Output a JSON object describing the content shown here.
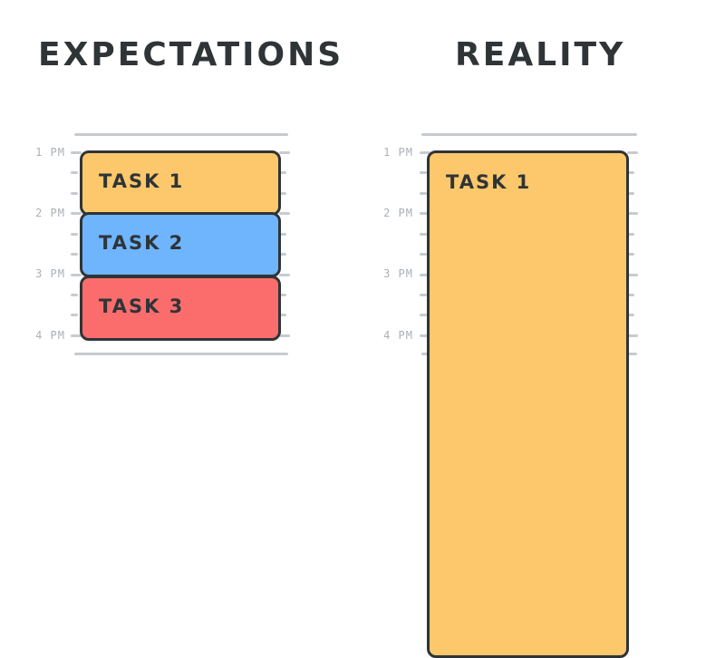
{
  "titles": {
    "expectations": "EXPECTATIONS",
    "reality": "REALITY"
  },
  "hours": [
    "1 PM",
    "2 PM",
    "3 PM",
    "4 PM"
  ],
  "expectations": {
    "tasks": [
      {
        "label": "TASK 1",
        "color": "#fcc86b"
      },
      {
        "label": "TASK 2",
        "color": "#6fb5fd"
      },
      {
        "label": "TASK 3",
        "color": "#fb6d6d"
      }
    ]
  },
  "reality": {
    "tasks": [
      {
        "label": "TASK 1",
        "color": "#fcc86b"
      }
    ]
  }
}
